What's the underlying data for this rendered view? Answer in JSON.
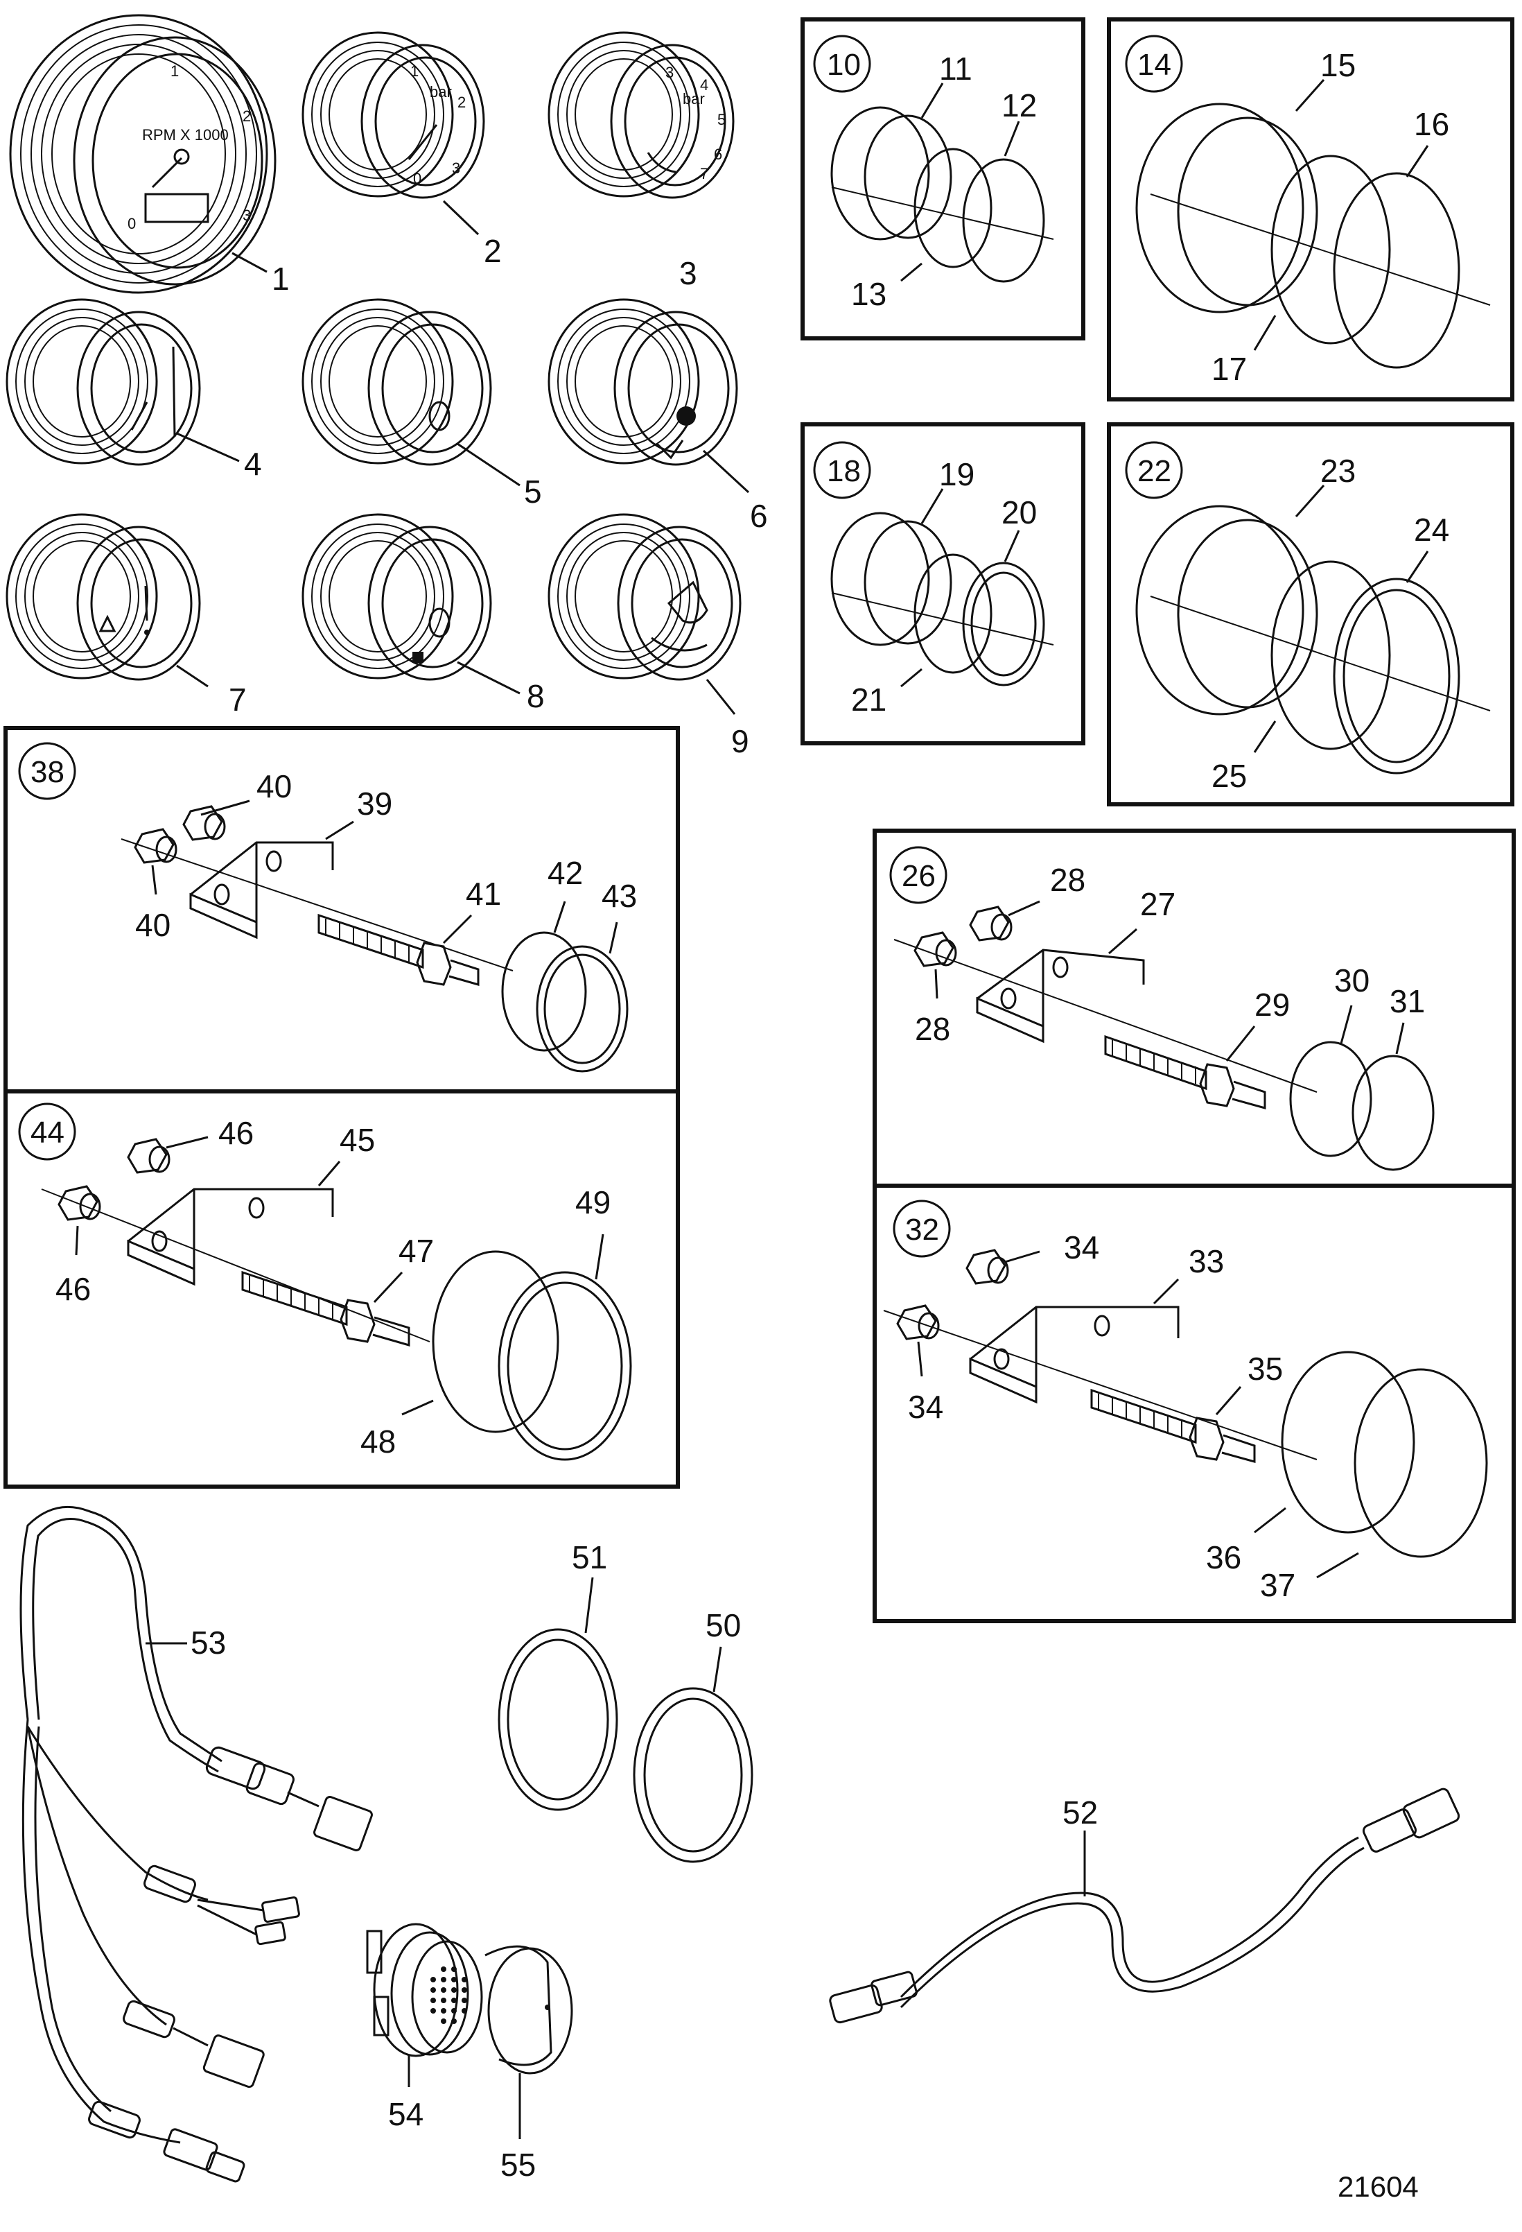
{
  "reference_number": "21604",
  "gauge_labels": [
    "1",
    "2",
    "3",
    "4",
    "5",
    "6",
    "7",
    "8",
    "9"
  ],
  "gauge_dial_text": {
    "rpm": "RPM X 1000",
    "rpm_ticks": [
      "0",
      "1",
      "2",
      "3"
    ],
    "bar": "bar",
    "bar_ticks": [
      "0",
      "1",
      "2",
      "3"
    ],
    "bar2_ticks": [
      "3",
      "4",
      "5",
      "6",
      "7"
    ]
  },
  "boxes": {
    "b10": {
      "number": "10",
      "parts": [
        "11",
        "12",
        "13"
      ]
    },
    "b14": {
      "number": "14",
      "parts": [
        "15",
        "16",
        "17"
      ]
    },
    "b18": {
      "number": "18",
      "parts": [
        "19",
        "20",
        "21"
      ]
    },
    "b22": {
      "number": "22",
      "parts": [
        "23",
        "24",
        "25"
      ]
    },
    "b38": {
      "number": "38",
      "parts": [
        "40",
        "39",
        "40",
        "41",
        "42",
        "43"
      ]
    },
    "b44": {
      "number": "44",
      "parts": [
        "46",
        "45",
        "46",
        "47",
        "49",
        "48"
      ]
    },
    "b26": {
      "number": "26",
      "parts": [
        "28",
        "27",
        "28",
        "29",
        "30",
        "31"
      ]
    },
    "b32": {
      "number": "32",
      "parts": [
        "34",
        "33",
        "34",
        "35",
        "36",
        "37"
      ]
    }
  },
  "loose_parts": [
    "51",
    "50",
    "53",
    "52",
    "54",
    "55"
  ]
}
